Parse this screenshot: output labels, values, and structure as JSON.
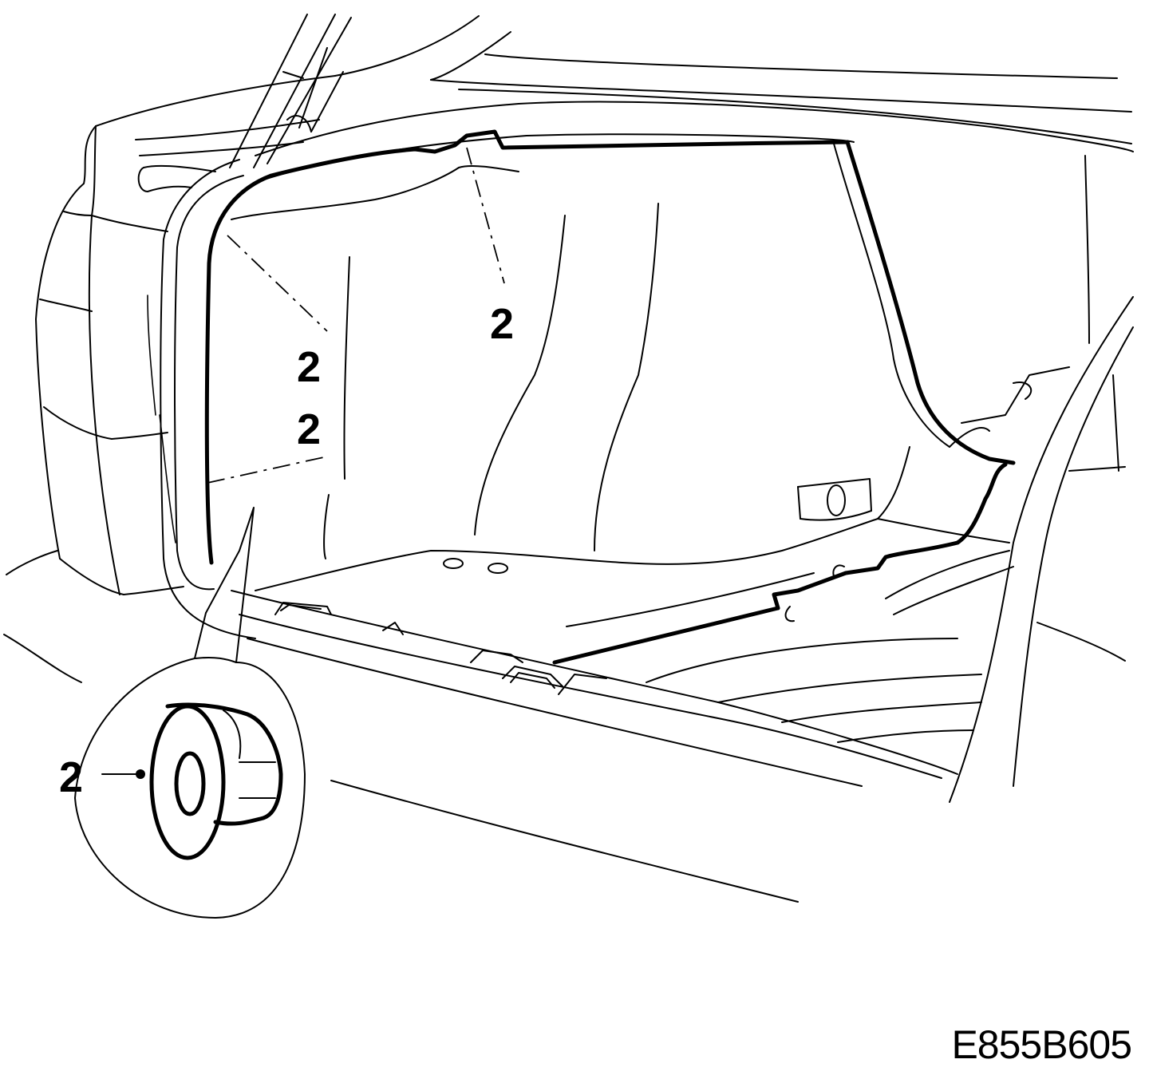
{
  "figure_id": "E855B605",
  "callouts": {
    "upper_center": "2",
    "left_upper": "2",
    "left_lower": "2",
    "detail": "2"
  }
}
